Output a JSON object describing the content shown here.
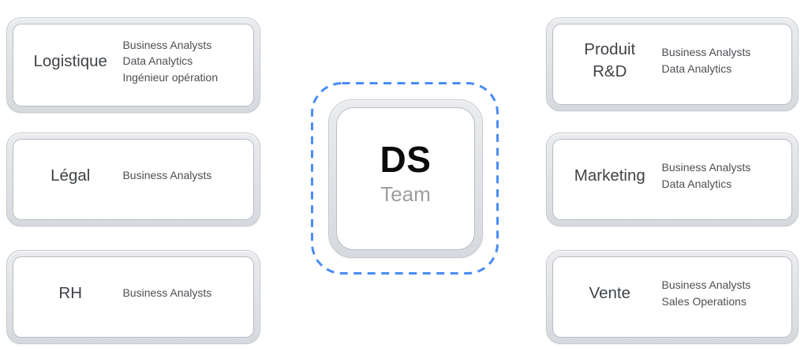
{
  "diagram": {
    "center": {
      "title": "DS",
      "subtitle": "Team"
    },
    "left_nodes": [
      {
        "name": "Logistique",
        "roles": [
          "Business Analysts",
          "Data Analytics",
          "Ingénieur opération"
        ]
      },
      {
        "name": "Légal",
        "roles": [
          "Business Analysts"
        ]
      },
      {
        "name": "RH",
        "roles": [
          "Business Analysts"
        ]
      }
    ],
    "right_nodes": [
      {
        "name": "Produit R&D",
        "roles": [
          "Business Analysts",
          "Data Analytics"
        ]
      },
      {
        "name": "Marketing",
        "roles": [
          "Business Analysts",
          "Data Analytics"
        ]
      },
      {
        "name": "Vente",
        "roles": [
          "Business Analysts",
          "Sales Operations"
        ]
      }
    ]
  },
  "colors": {
    "dashed_border": "#4a8cf5",
    "card_band_light": "#eaecef",
    "card_band_dark": "#d6d9de",
    "card_edge": "#c5c8ce",
    "card_inner_edge": "#b9bcc3",
    "name_text": "#3f4347",
    "role_text": "#4c4f54",
    "title_text": "#0b0b0d",
    "subtitle_text": "#9e9ea2"
  }
}
